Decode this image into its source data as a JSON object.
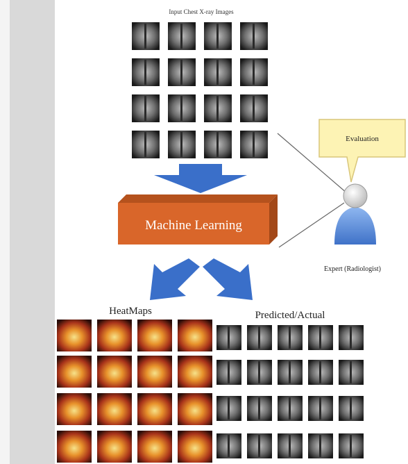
{
  "diagram": {
    "input_title": "Input Chest X-ray Images",
    "process_label": "Machine Learning",
    "evaluation_label": "Evaluation",
    "expert_label": "Expert (Radiologist)",
    "heatmaps_title": "HeatMaps",
    "predicted_title": "Predicted/Actual",
    "colors": {
      "arrow": "#3a6fc9",
      "box_front": "#d9662a",
      "box_top": "#b5521d",
      "box_text": "#ffffff",
      "callout_fill": "#fdf3b4",
      "callout_stroke": "#d9c67a",
      "person": "#5a8fdc"
    },
    "icons": [
      "xray-thumbnail",
      "heatmap-thumbnail",
      "down-arrow-icon",
      "speech-callout",
      "person-icon"
    ]
  }
}
